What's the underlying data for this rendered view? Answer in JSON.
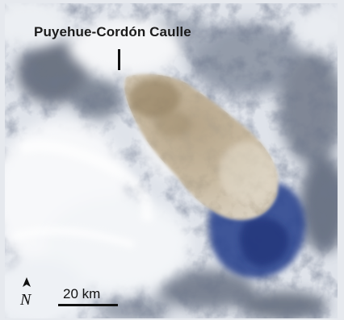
{
  "figure": {
    "volcano_label": "Puyehue-Cordón Caulle",
    "north_symbol": "N",
    "north_arrow_icon": "north-arrow-icon",
    "scale_label": "20 km"
  }
}
